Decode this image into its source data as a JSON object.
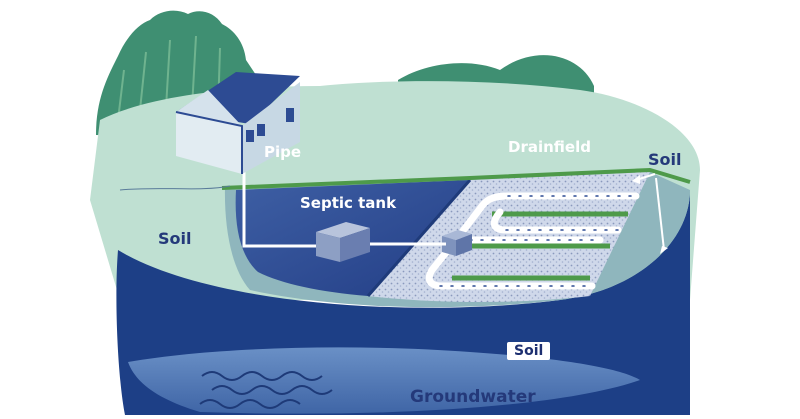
{
  "labels": {
    "pipe": "Pipe",
    "drainfield": "Drainfield",
    "septic_tank": "Septic tank",
    "soil_left": "Soil",
    "soil_right": "Soil",
    "soil_lower": "Soil",
    "groundwater": "Groundwater"
  },
  "colors": {
    "trees": "#3f8f72",
    "ground": "#bfe0d2",
    "soil_face": "#8fb6bd",
    "cavity": "#2e4b93",
    "gravel": "#c9d2e6",
    "grass": "#4e9a4a",
    "house_roof": "#2d4b93",
    "deep_soil": "#1d3f86",
    "groundwater": "#4f76b2",
    "pipe": "#ffffff"
  }
}
